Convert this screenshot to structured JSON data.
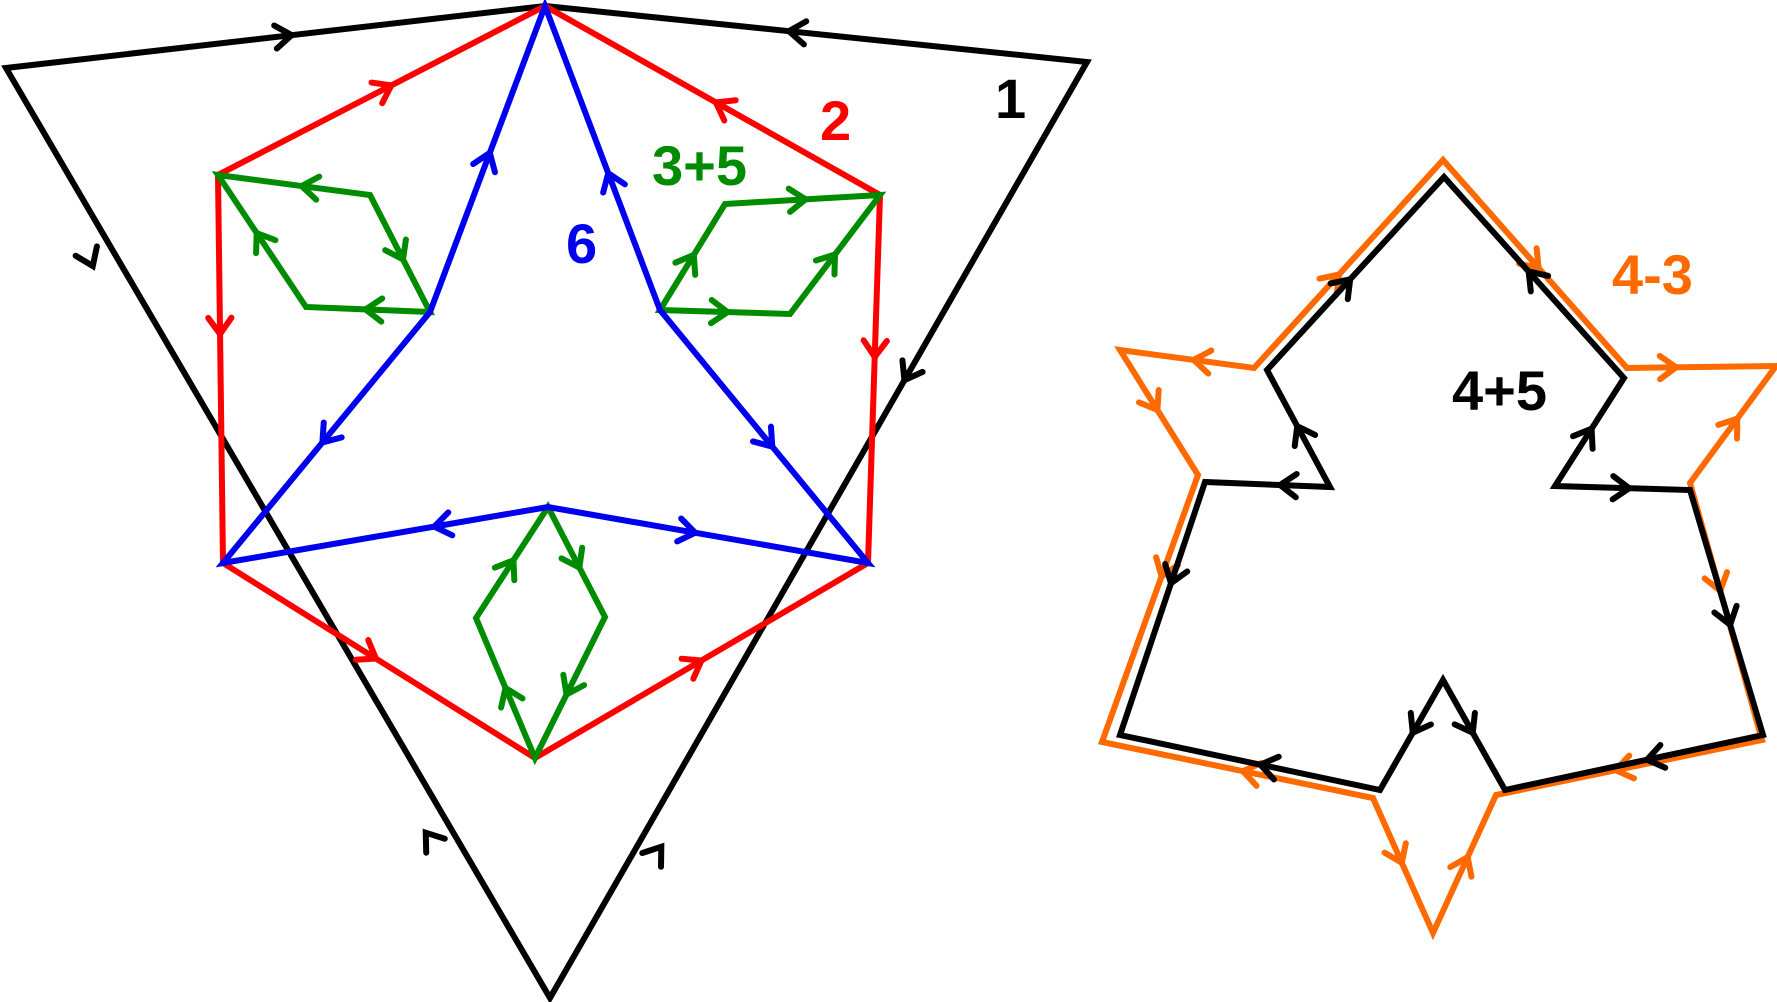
{
  "labels": {
    "cycle1": "1",
    "cycle2": "2",
    "cycle35": "3+5",
    "cycle6": "6",
    "cycle43": "4-3",
    "cycle45": "4+5"
  },
  "colors": {
    "black": "#000000",
    "red": "#ff0000",
    "green": "#008c00",
    "blue": "#0000ee",
    "orange": "#ff6a00"
  }
}
